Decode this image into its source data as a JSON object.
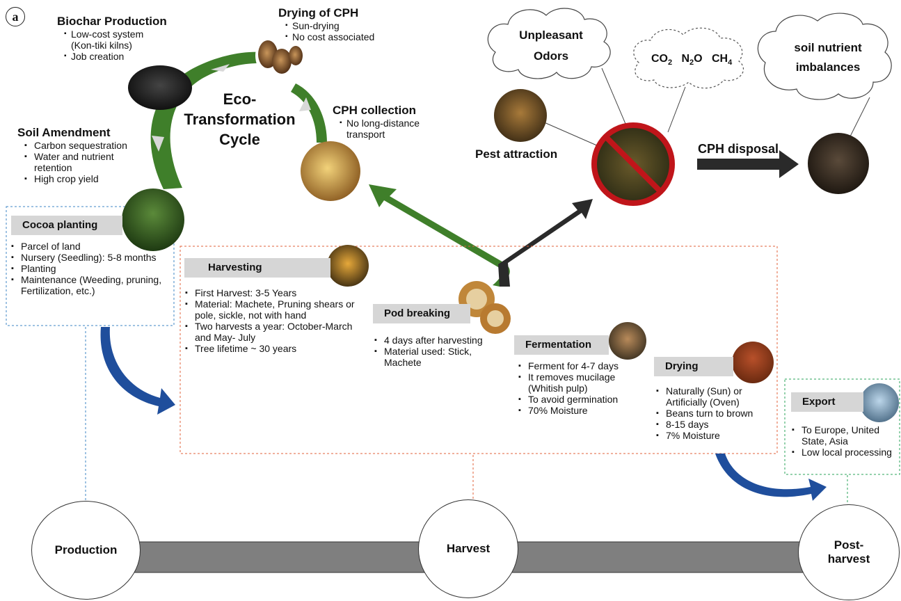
{
  "panel_label": "a",
  "cycle": {
    "title_lines": [
      "Eco-",
      "Transformation",
      "Cycle"
    ],
    "biochar": {
      "title": "Biochar Production",
      "items": [
        "Low-cost system (Kon-tiki kilns)",
        "Job creation"
      ]
    },
    "drying_cph": {
      "title": "Drying of CPH",
      "items": [
        "Sun-drying",
        "No cost associated"
      ]
    },
    "collection": {
      "title": "CPH collection",
      "items": [
        "No long-distance transport"
      ]
    },
    "soil_amendment": {
      "title": "Soil Amendment",
      "items": [
        "Carbon sequestration",
        "Water and nutrient retention",
        "High crop yield"
      ]
    }
  },
  "disposal": {
    "odors": "Unpleasant Odors",
    "gases": {
      "co2": "CO",
      "co2_sub": "2",
      "n2o_a": "N",
      "n2o_sub": "2",
      "n2o_b": "O",
      "ch4": "CH",
      "ch4_sub": "4"
    },
    "nutrient": "soil nutrient imbalances",
    "pest": "Pest attraction",
    "cph_disposal": "CPH disposal"
  },
  "cocoa_planting": {
    "title": "Cocoa planting",
    "items": [
      "Parcel of land",
      "Nursery (Seedling): 5-8 months",
      "Planting",
      "Maintenance (Weeding, pruning, Fertilization, etc.)"
    ]
  },
  "harvesting": {
    "title": "Harvesting",
    "items": [
      "First Harvest: 3-5 Years",
      "Material: Machete, Pruning shears or pole, sickle, not with hand",
      "Two harvests a year: October-March and May- July",
      "Tree lifetime ~ 30 years"
    ]
  },
  "pod_breaking": {
    "title": "Pod breaking",
    "items": [
      "4 days after harvesting",
      "Material used: Stick, Machete"
    ]
  },
  "fermentation": {
    "title": "Fermentation",
    "items": [
      "Ferment for 4-7 days",
      "It removes mucilage (Whitish pulp)",
      "To avoid germination",
      "70% Moisture"
    ]
  },
  "drying": {
    "title": "Drying",
    "items": [
      "Naturally (Sun) or Artificially (Oven)",
      "Beans turn to brown",
      "8-15 days",
      "7% Moisture"
    ]
  },
  "export": {
    "title": "Export",
    "items": [
      "To Europe, United State, Asia",
      "Low local processing"
    ]
  },
  "stages": {
    "production": "Production",
    "harvest": "Harvest",
    "post_harvest": "Post-harvest"
  },
  "colors": {
    "green_arrow": "#3f7f2a",
    "blue_arrow": "#1f4e9c",
    "dark_arrow": "#2a2a2a",
    "timeline": "#7f7f7f",
    "prohibit": "#c0151a"
  },
  "icons": [
    "biochar-pile-photo",
    "cocoa-husk-photo",
    "cph-collection-photo",
    "cocoa-nursery-photo",
    "cocoa-pods-photo",
    "pod-breaking-photo",
    "fermentation-photo",
    "drying-beans-photo",
    "export-ship-photo",
    "pest-photo",
    "disposed-husks-photo",
    "prohibit-icon"
  ]
}
